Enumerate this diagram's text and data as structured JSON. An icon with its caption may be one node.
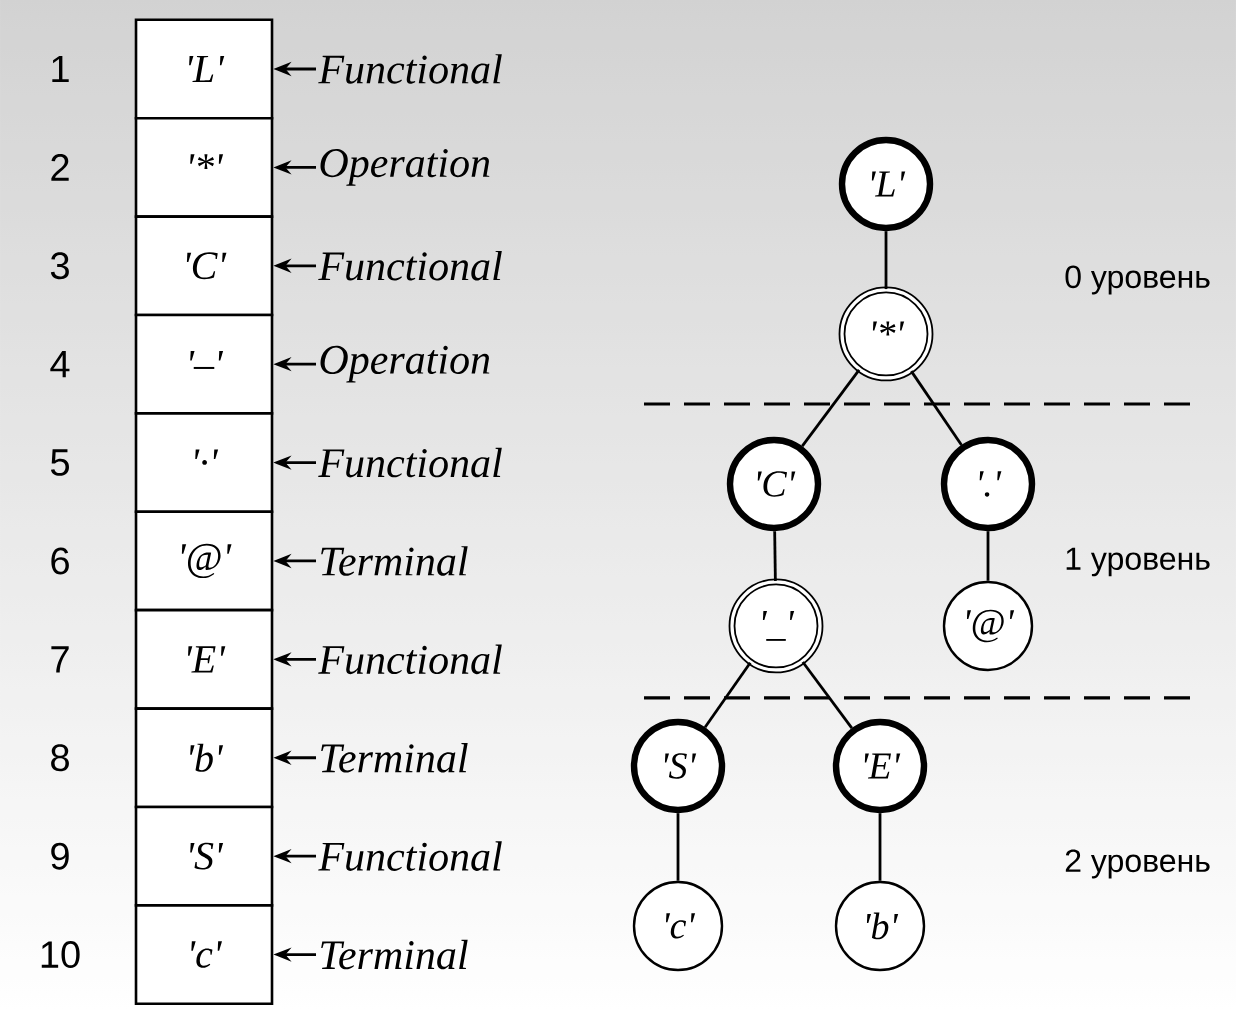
{
  "diagram": {
    "nodes": [
      {
        "text": [
          "'L'"
        ]
      },
      {
        "text": [
          "'*'"
        ]
      },
      {
        "text": [
          "'C'"
        ]
      },
      {
        "text": [
          "'–'"
        ]
      },
      {
        "text": [
          "'·'"
        ]
      },
      {
        "text": [
          "'@'"
        ]
      },
      {
        "text": [
          "'E'"
        ]
      },
      {
        "text": [
          "'b'"
        ]
      },
      {
        "text": [
          "'S'"
        ]
      },
      {
        "text": [
          "'c'"
        ]
      },
      {
        "text": [
          "Functional"
        ]
      },
      {
        "text": [
          "Operation"
        ]
      },
      {
        "text": [
          "Functional"
        ]
      },
      {
        "text": [
          "Operation"
        ]
      },
      {
        "text": [
          "Functional"
        ]
      },
      {
        "text": [
          "Terminal"
        ]
      },
      {
        "text": [
          "Functional"
        ]
      },
      {
        "text": [
          "Terminal"
        ]
      },
      {
        "text": [
          "Functional"
        ]
      },
      {
        "text": [
          "Terminal"
        ]
      },
      {
        "text": [
          "'L'"
        ]
      },
      {
        "text": [
          "'*'"
        ]
      },
      {
        "text": [
          "'C'"
        ]
      },
      {
        "text": [
          "'.'"
        ]
      },
      {
        "text": [
          "'_'"
        ]
      },
      {
        "text": [
          "'@'"
        ]
      },
      {
        "text": [
          "'S'"
        ]
      },
      {
        "text": [
          "'E'"
        ]
      },
      {
        "text": [
          "'c'"
        ]
      },
      {
        "text": [
          "'b'"
        ]
      }
    ],
    "edges": [
      {
        "from": 10,
        "to": 0,
        "arrow": "to"
      },
      {
        "from": 11,
        "to": 1,
        "arrow": "to"
      },
      {
        "from": 12,
        "to": 2,
        "arrow": "to"
      },
      {
        "from": 13,
        "to": 3,
        "arrow": "to"
      },
      {
        "from": 14,
        "to": 4,
        "arrow": "to"
      },
      {
        "from": 15,
        "to": 5,
        "arrow": "to"
      },
      {
        "from": 16,
        "to": 6,
        "arrow": "to"
      },
      {
        "from": 17,
        "to": 7,
        "arrow": "to"
      },
      {
        "from": 18,
        "to": 8,
        "arrow": "to"
      },
      {
        "from": 19,
        "to": 9,
        "arrow": "to"
      },
      {
        "from": 20,
        "to": 21,
        "arrow": "none"
      },
      {
        "from": 21,
        "to": 22,
        "arrow": "none"
      },
      {
        "from": 21,
        "to": 23,
        "arrow": "none"
      },
      {
        "from": 22,
        "to": 24,
        "arrow": "none"
      },
      {
        "from": 23,
        "to": 25,
        "arrow": "none"
      },
      {
        "from": 24,
        "to": 26,
        "arrow": "none"
      },
      {
        "from": 24,
        "to": 27,
        "arrow": "none"
      },
      {
        "from": 26,
        "to": 28,
        "arrow": "none"
      },
      {
        "from": 27,
        "to": 29,
        "arrow": "none"
      }
    ],
    "labels": [
      "1",
      "2",
      "3",
      "4",
      "5",
      "6",
      "7",
      "8",
      "9",
      "10",
      "0 уровень",
      "1 уровень",
      "2 уровень"
    ]
  }
}
